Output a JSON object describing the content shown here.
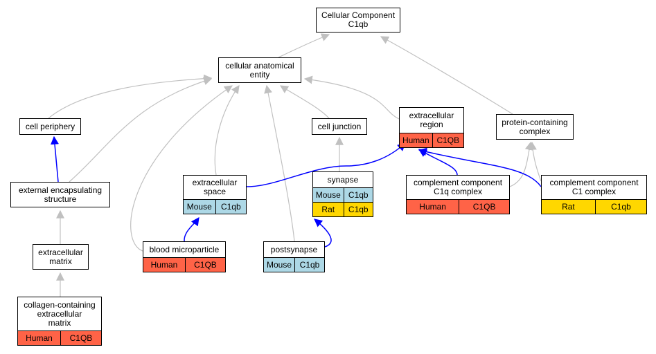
{
  "colors": {
    "human": "#ff6347",
    "mouse": "#add8e6",
    "rat": "#ffd700",
    "is_a_edge": "#c0c0c0",
    "part_of_edge": "#0000ff"
  },
  "nodes": {
    "cellular_component": {
      "label": "Cellular Component\nC1qb",
      "rows": []
    },
    "cellular_anatomical_entity": {
      "label": "cellular anatomical\nentity",
      "rows": []
    },
    "cell_periphery": {
      "label": "cell periphery",
      "rows": []
    },
    "cell_junction": {
      "label": "cell junction",
      "rows": []
    },
    "extracellular_region": {
      "label": "extracellular\nregion",
      "rows": [
        {
          "species": "Human",
          "gene": "C1QB",
          "color": "human"
        }
      ]
    },
    "protein_containing_complex": {
      "label": "protein-containing\ncomplex",
      "rows": []
    },
    "external_encapsulating_structure": {
      "label": "external encapsulating\nstructure",
      "rows": []
    },
    "extracellular_space": {
      "label": "extracellular\nspace",
      "rows": [
        {
          "species": "Mouse",
          "gene": "C1qb",
          "color": "mouse"
        }
      ]
    },
    "synapse": {
      "label": "synapse",
      "rows": [
        {
          "species": "Mouse",
          "gene": "C1qb",
          "color": "mouse"
        },
        {
          "species": "Rat",
          "gene": "C1qb",
          "color": "rat"
        }
      ]
    },
    "complement_c1q": {
      "label": "complement component\nC1q complex",
      "rows": [
        {
          "species": "Human",
          "gene": "C1QB",
          "color": "human"
        }
      ]
    },
    "complement_c1": {
      "label": "complement component\nC1 complex",
      "rows": [
        {
          "species": "Rat",
          "gene": "C1qb",
          "color": "rat"
        }
      ]
    },
    "extracellular_matrix": {
      "label": "extracellular\nmatrix",
      "rows": []
    },
    "blood_microparticle": {
      "label": "blood microparticle",
      "rows": [
        {
          "species": "Human",
          "gene": "C1QB",
          "color": "human"
        }
      ]
    },
    "postsynapse": {
      "label": "postsynapse",
      "rows": [
        {
          "species": "Mouse",
          "gene": "C1qb",
          "color": "mouse"
        }
      ]
    },
    "collagen_ecm": {
      "label": "collagen-containing\nextracellular\nmatrix",
      "rows": [
        {
          "species": "Human",
          "gene": "C1QB",
          "color": "human"
        }
      ]
    }
  },
  "edges": [
    {
      "from": "cellular_anatomical_entity",
      "to": "cellular_component",
      "type": "is_a"
    },
    {
      "from": "protein_containing_complex",
      "to": "cellular_component",
      "type": "is_a"
    },
    {
      "from": "cell_periphery",
      "to": "cellular_anatomical_entity",
      "type": "is_a"
    },
    {
      "from": "external_encapsulating_structure",
      "to": "cellular_anatomical_entity",
      "type": "is_a"
    },
    {
      "from": "extracellular_space",
      "to": "cellular_anatomical_entity",
      "type": "is_a"
    },
    {
      "from": "blood_microparticle",
      "to": "cellular_anatomical_entity",
      "type": "is_a"
    },
    {
      "from": "postsynapse",
      "to": "cellular_anatomical_entity",
      "type": "is_a"
    },
    {
      "from": "cell_junction",
      "to": "cellular_anatomical_entity",
      "type": "is_a"
    },
    {
      "from": "extracellular_region",
      "to": "cellular_anatomical_entity",
      "type": "is_a"
    },
    {
      "from": "synapse",
      "to": "cell_junction",
      "type": "is_a"
    },
    {
      "from": "complement_c1q",
      "to": "protein_containing_complex",
      "type": "is_a"
    },
    {
      "from": "complement_c1",
      "to": "protein_containing_complex",
      "type": "is_a"
    },
    {
      "from": "extracellular_matrix",
      "to": "external_encapsulating_structure",
      "type": "is_a"
    },
    {
      "from": "collagen_ecm",
      "to": "extracellular_matrix",
      "type": "is_a"
    },
    {
      "from": "external_encapsulating_structure",
      "to": "cell_periphery",
      "type": "part_of"
    },
    {
      "from": "extracellular_space",
      "to": "extracellular_region",
      "type": "part_of"
    },
    {
      "from": "complement_c1q",
      "to": "extracellular_region",
      "type": "part_of"
    },
    {
      "from": "complement_c1",
      "to": "extracellular_region",
      "type": "part_of"
    },
    {
      "from": "blood_microparticle",
      "to": "extracellular_space",
      "type": "part_of"
    },
    {
      "from": "postsynapse",
      "to": "synapse",
      "type": "part_of"
    }
  ]
}
